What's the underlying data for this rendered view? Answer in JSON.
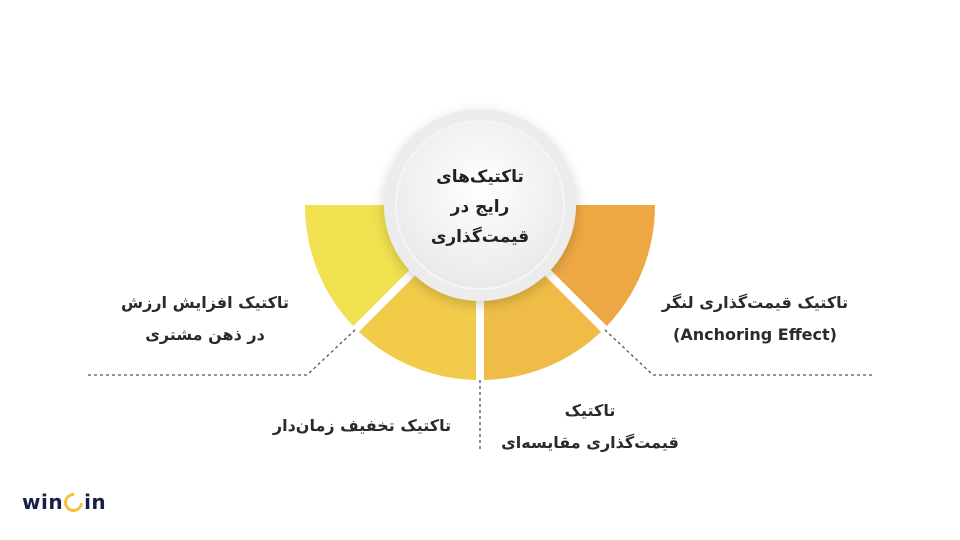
{
  "center": {
    "line1": "تاکتیک‌های",
    "line2": "رایج در",
    "line3": "قیمت‌گذاری"
  },
  "tactics": {
    "left": {
      "line1": "تاکتیک افزایش ارزش",
      "line2": "در ذهن مشتری"
    },
    "right": {
      "line1": "تاکتیک قیمت‌گذاری لنگر",
      "line2": "(Anchoring Effect)"
    },
    "bottom_left": {
      "line1": "تاکتیک تخفیف زمان‌دار"
    },
    "bottom_right": {
      "line1": "تاکتیک",
      "line2": "قیمت‌گذاری مقایسه‌ای"
    }
  },
  "logo": {
    "before": "win",
    "after": "in"
  },
  "colors": {
    "segment_left": "#f1e04f",
    "segment_bottom_left": "#f2cb4a",
    "segment_bottom_right": "#efbd47",
    "segment_right": "#eda843",
    "dash_line": "#555555",
    "logo_dark": "#17204a",
    "logo_accent": "#f2c23a"
  }
}
